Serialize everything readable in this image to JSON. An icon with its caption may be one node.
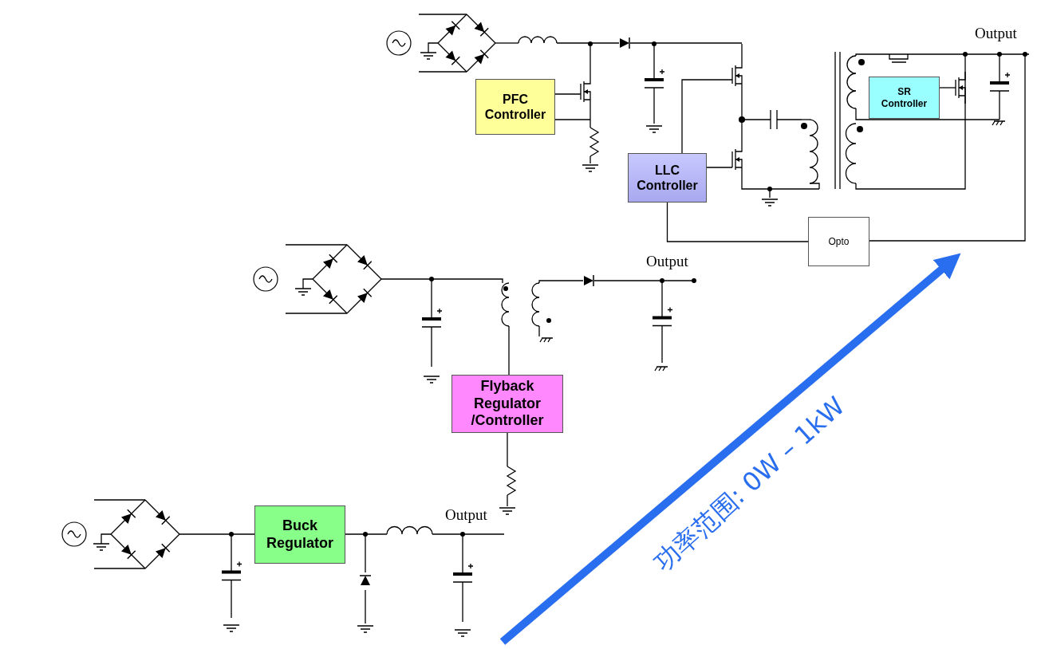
{
  "diagram": {
    "nodes": [
      {
        "text": [
          "PFC Controller"
        ]
      },
      {
        "text": [
          "LLC Controller"
        ]
      },
      {
        "text": [
          "SR Controller"
        ]
      },
      {
        "text": [
          "Opto"
        ]
      },
      {
        "text": [
          "Flyback Regulator /Controller"
        ]
      },
      {
        "text": [
          "Buck Regulator"
        ]
      }
    ],
    "edges": [
      {
        "from": 1,
        "to": 3,
        "arrow": "none"
      }
    ],
    "labels": [
      "Output",
      "Output",
      "Output",
      "功率范围: 0W – 1kW"
    ]
  }
}
